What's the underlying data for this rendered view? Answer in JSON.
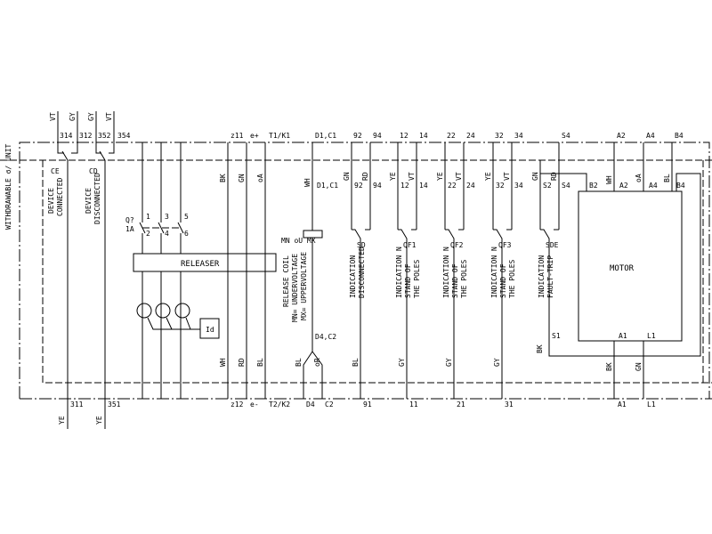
{
  "frame": {
    "side_label": "WITHDRAWABLE σ/ UNIT",
    "line_color": "#000000",
    "background": "#ffffff"
  },
  "contacts": {
    "ce": {
      "code": "CE",
      "desc1": "DEVICE",
      "desc2": "CONNECTED",
      "top_a": "314",
      "top_b": "312",
      "bottom": "311",
      "wire_top_a": "VT",
      "wire_top_b": "GY",
      "wire_bottom": "YE"
    },
    "cd": {
      "code": "CD",
      "desc1": "DEVICE",
      "desc2": "DISCONNECTED",
      "top_a": "352",
      "top_b": "354",
      "bottom": "351",
      "wire_top_a": "GY",
      "wire_top_b": "VT",
      "wire_bottom": "YE"
    }
  },
  "releaser": {
    "label": "RELEASER",
    "ref1": "Q?",
    "ref2": "1A",
    "poles_top": [
      "1",
      "3",
      "5"
    ],
    "poles_bottom": [
      "2",
      "4",
      "6"
    ],
    "relay_label": "Id"
  },
  "supply": {
    "top": [
      "z11",
      "e+",
      "T1/K1"
    ],
    "bottom": [
      "z12",
      "e-",
      "T2/K2"
    ],
    "wire_top": [
      "BK",
      "GN",
      "oA"
    ],
    "wire_bottom": [
      "WH",
      "RD",
      "BL"
    ]
  },
  "coil": {
    "top": "D1,C1",
    "inner_top": "D1,C1",
    "wire_top": "WH",
    "type": "MN oU MX",
    "desc1": "RELEASE COIL",
    "desc2": "MN= UNDERVOLTAGE",
    "desc3": "MX= UPPERVOLTAGE",
    "split": "D4,C2",
    "bottom": [
      "D4",
      "C2"
    ],
    "wire_bottom": [
      "BL",
      "oR"
    ]
  },
  "indications": [
    {
      "code": "SD",
      "desc1": "INDICATION",
      "desc2": "DISCONNECTED",
      "desc3": "",
      "top": [
        "92",
        "94"
      ],
      "wire_top": [
        "GN",
        "RD"
      ],
      "bottom": "91",
      "wire_bottom": "BL"
    },
    {
      "code": "QF1",
      "desc1": "INDICATION N",
      "desc2": "STAND OF",
      "desc3": "THE POLES",
      "top": [
        "12",
        "14"
      ],
      "wire_top": [
        "YE",
        "VT"
      ],
      "bottom": "11",
      "wire_bottom": "GY"
    },
    {
      "code": "QF2",
      "desc1": "INDICATION N",
      "desc2": "STAND OF",
      "desc3": "THE POLES",
      "top": [
        "22",
        "24"
      ],
      "wire_top": [
        "YE",
        "VT"
      ],
      "bottom": "21",
      "wire_bottom": "GY"
    },
    {
      "code": "QF3",
      "desc1": "INDICATION N",
      "desc2": "STAND OF",
      "desc3": "THE POLES",
      "top": [
        "32",
        "34"
      ],
      "wire_top": [
        "YE",
        "VT"
      ],
      "bottom": "31",
      "wire_bottom": "GY"
    },
    {
      "code": "SDE",
      "desc1": "INDICATION",
      "desc2": "FAULT-TRIP",
      "desc3": "",
      "top": [
        "S2",
        "S4"
      ],
      "wire_top": [
        "GN",
        "RD"
      ],
      "bottom": "S1",
      "wire_bottom": "BK"
    }
  ],
  "motor": {
    "label": "MOTOR",
    "top": [
      "A2",
      "A4",
      "B4"
    ],
    "inner_top": [
      "B2",
      "A2",
      "A4",
      "B4"
    ],
    "wire_top": [
      "WH",
      "oA",
      "BL"
    ],
    "inner_bottom": [
      "A1",
      "L1"
    ],
    "bottom": [
      "A1",
      "L1"
    ],
    "wire_bottom": [
      "BK",
      "GN"
    ]
  }
}
